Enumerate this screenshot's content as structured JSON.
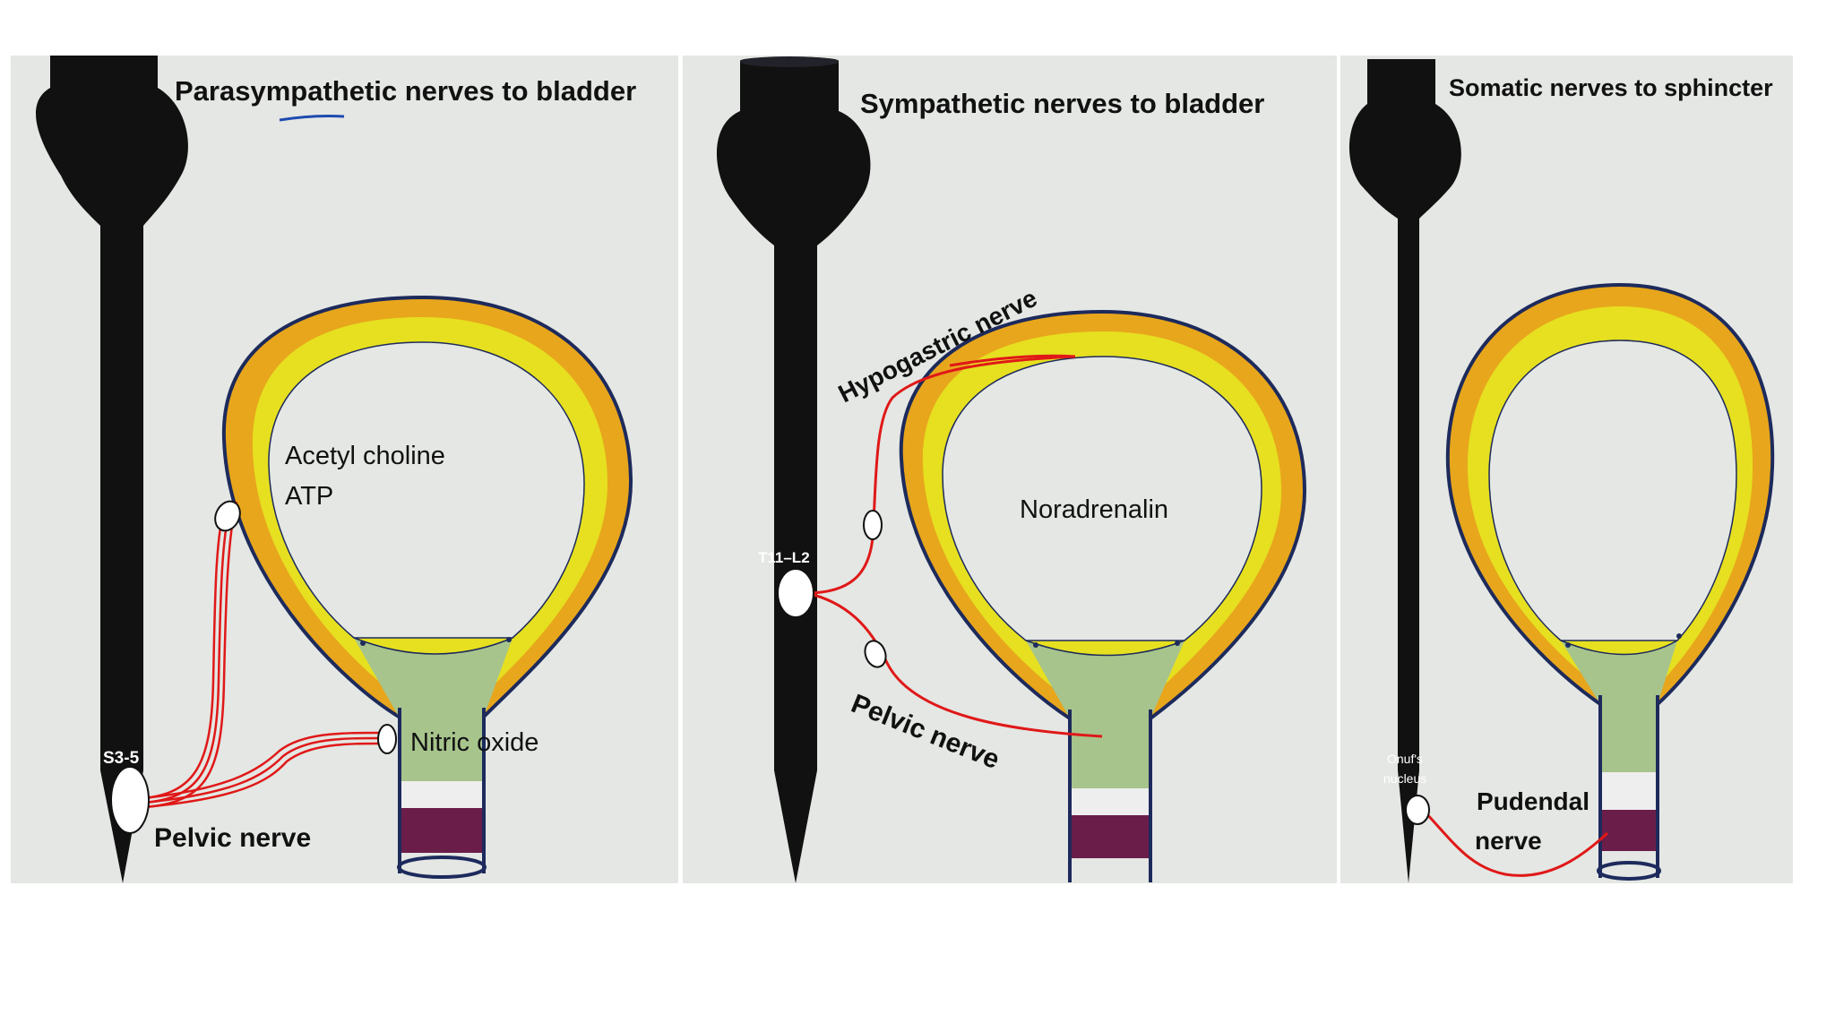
{
  "colors": {
    "background": "#ffffff",
    "paper": "#e4e7e3",
    "spinal_cord": "#111111",
    "nerve": "#e01818",
    "bladder_outer": "#e8a61c",
    "bladder_inner": "#e6e020",
    "bladder_outline": "#1d2a5c",
    "neck": "#a7c48c",
    "sphincter": "#6b1d4a"
  },
  "panels": [
    {
      "title": "Parasympathetic nerves to bladder",
      "segment_label": "S3-5",
      "nerve_label": "Pelvic nerve",
      "transmitters": [
        "Acetyl  choline",
        "ATP"
      ],
      "neck_transmitter": "Nitric oxide"
    },
    {
      "title": "Sympathetic nerves to bladder",
      "segment_label": "T11–L2",
      "upper_nerve_label": "Hypogastric nerve",
      "lower_nerve_label": "Pelvic nerve",
      "transmitter": "Noradrenalin"
    },
    {
      "title": "Somatic  nerves to  sphincter",
      "nucleus_label": [
        "Onuf's",
        "nucleus"
      ],
      "nerve_label": [
        "Pudendal",
        "nerve"
      ]
    }
  ]
}
